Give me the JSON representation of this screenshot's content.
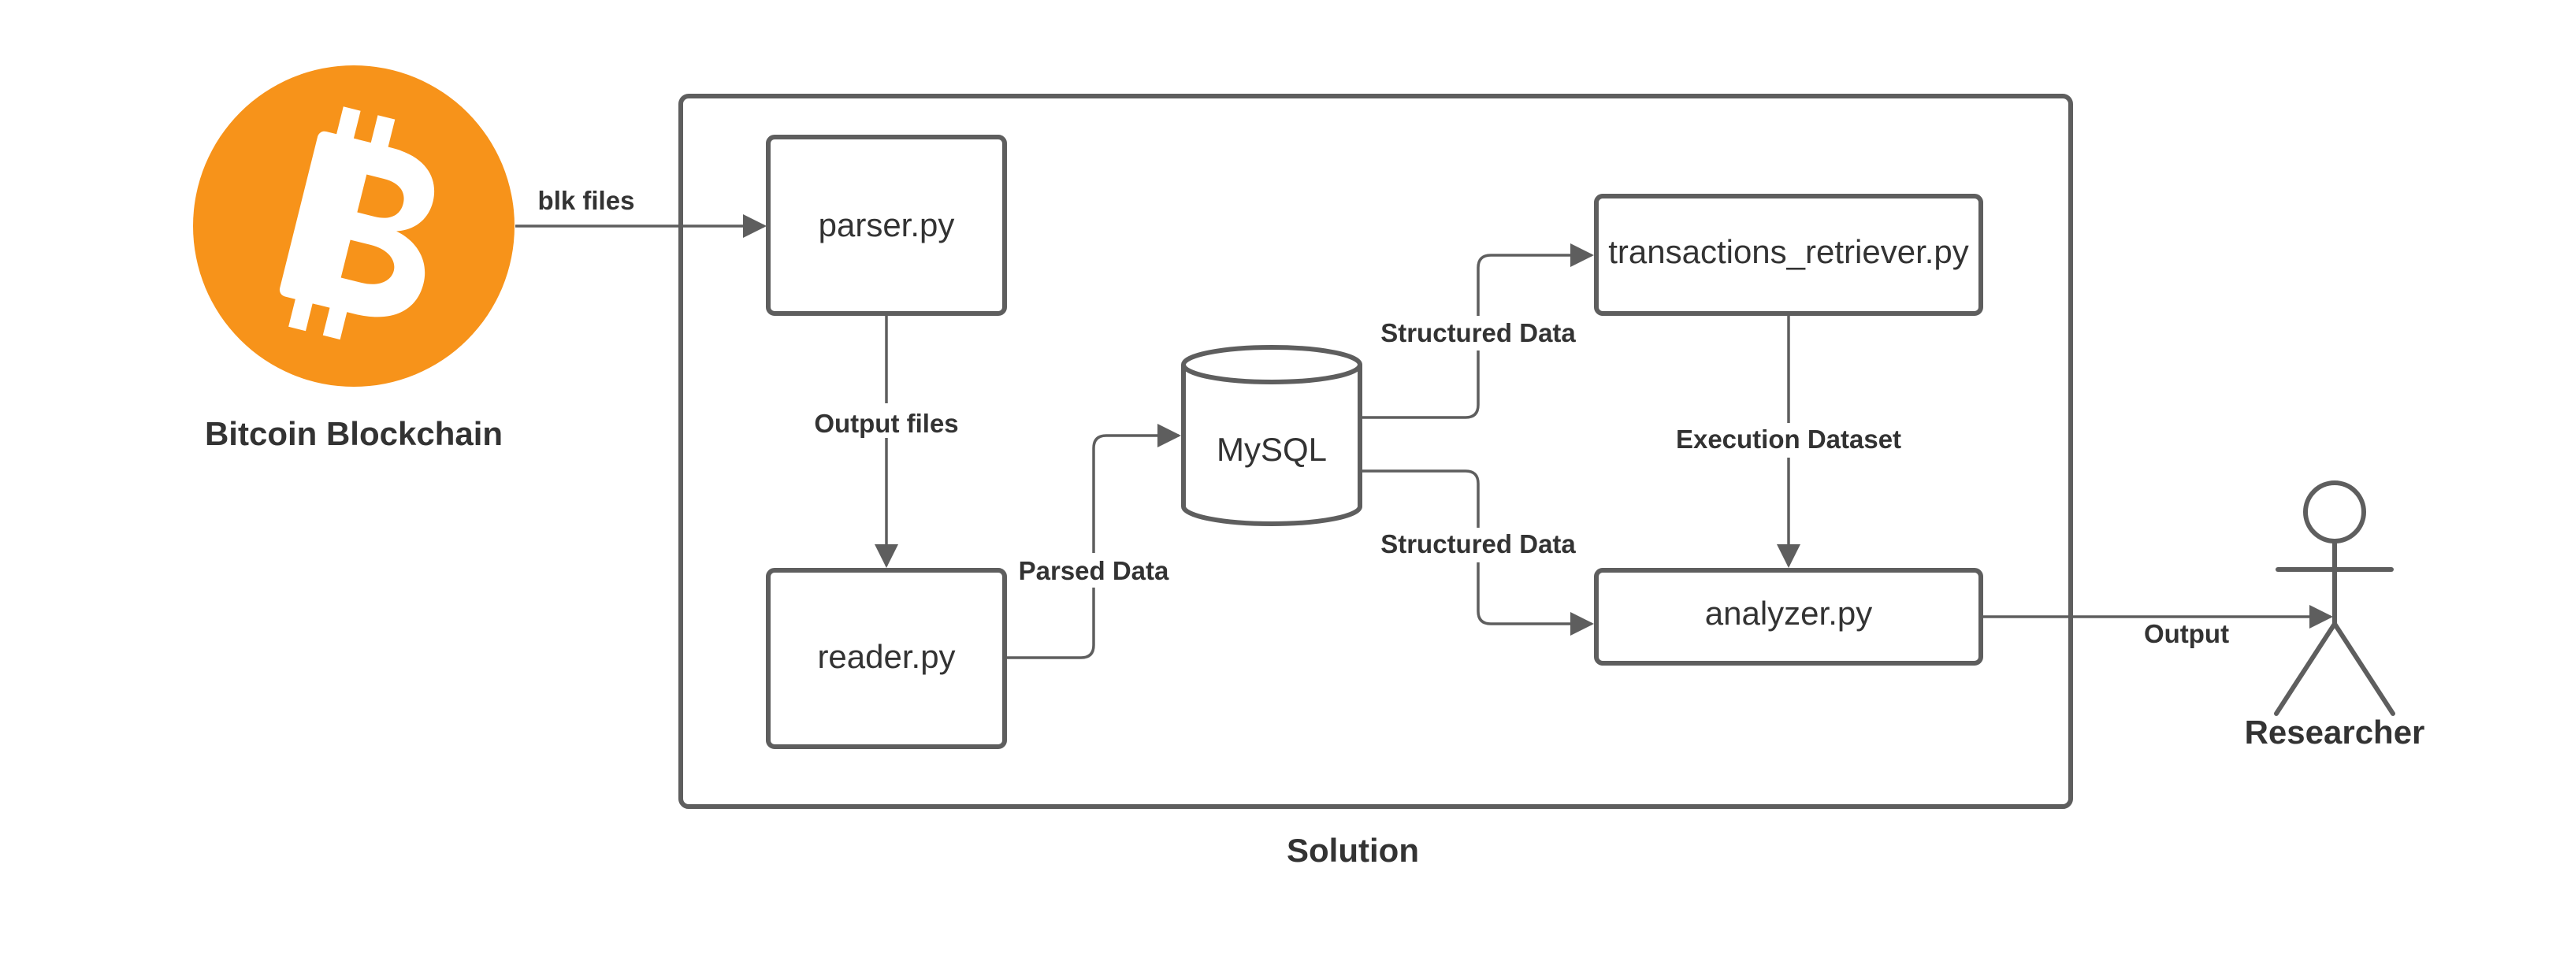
{
  "external": {
    "source_label": "Bitcoin Blockchain",
    "actor_label": "Researcher"
  },
  "solution": {
    "label": "Solution"
  },
  "nodes": {
    "parser": "parser.py",
    "reader": "reader.py",
    "mysql": "MySQL",
    "transactions_retriever": "transactions_retriever.py",
    "analyzer": "analyzer.py"
  },
  "edges": {
    "blk_files": "blk files",
    "output_files": "Output files",
    "parsed_data": "Parsed Data",
    "structured_data_top": "Structured Data",
    "structured_data_bottom": "Structured Data",
    "execution_dataset": "Execution Dataset",
    "output": "Output"
  },
  "colors": {
    "bitcoin_orange": "#F7931A",
    "stroke": "#5E5E5E",
    "text": "#333333"
  },
  "icons": {
    "source": "bitcoin-logo-icon",
    "actor": "stick-figure-icon"
  }
}
